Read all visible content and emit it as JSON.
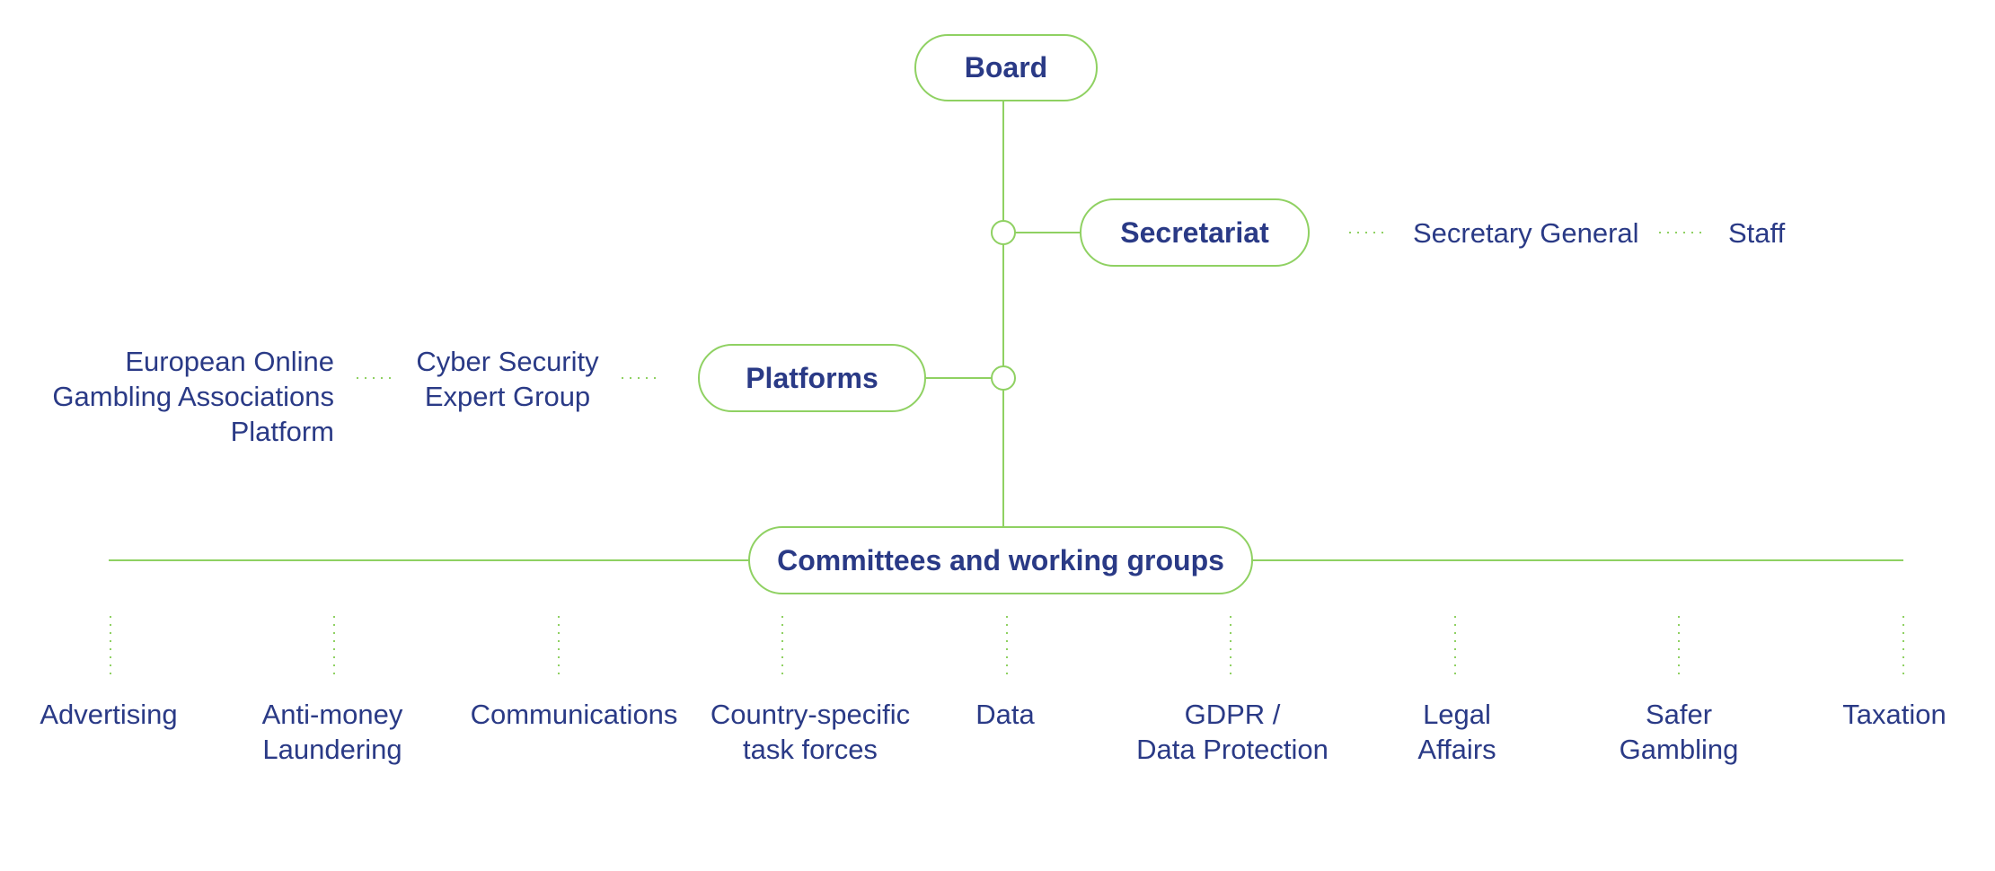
{
  "colors": {
    "line": "#8fd162",
    "text": "#2a3a86"
  },
  "nodes": {
    "board": "Board",
    "secretariat": "Secretariat",
    "platforms": "Platforms",
    "committees": "Committees and working groups"
  },
  "secretariat_items": [
    "Secretary General",
    "Staff"
  ],
  "platform_items": [
    "European Online\nGambling Associations\nPlatform",
    "Cyber Security\nExpert Group"
  ],
  "committee_items": [
    "Advertising",
    "Anti-money\nLaundering",
    "Communications",
    "Country-specific\ntask forces",
    "Data",
    "GDPR /\nData Protection",
    "Legal\nAffairs",
    "Safer\nGambling",
    "Taxation"
  ]
}
